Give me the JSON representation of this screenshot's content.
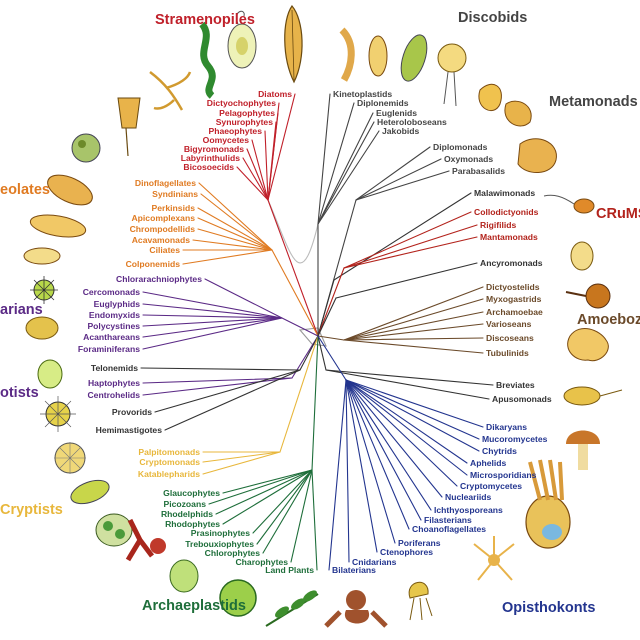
{
  "groups": [
    {
      "key": "stramenopiles",
      "name": "Stramenopiles",
      "color": "#c0202a",
      "leaves": [
        "Diatoms",
        "Dictyochophytes",
        "Pelagophytes",
        "Synurophytes",
        "Phaeophytes",
        "Oomycetes",
        "Bigyromonads",
        "Labyrinthulids",
        "Bicosoecids"
      ]
    },
    {
      "key": "alveolates",
      "name": "eolates",
      "color": "#e07b22",
      "leaves": [
        "Dinoflagellates",
        "Syndinians",
        "Perkinsids",
        "Apicomplexans",
        "Chrompodellids",
        "Acavamonads",
        "Ciliates",
        "Colponemids"
      ]
    },
    {
      "key": "rhizarians",
      "name": "arians",
      "color": "#5b2a86",
      "leaves": [
        "Chlorarachniophytes",
        "Cercomonads",
        "Euglyphids",
        "Endomyxids",
        "Polycystines",
        "Acanthareans",
        "Foraminiferans"
      ]
    },
    {
      "key": "haptista",
      "name": "otists",
      "color": "#5b2a86",
      "leaves": [
        "Haptophytes",
        "Centrohelids"
      ]
    },
    {
      "key": "orphans_left",
      "name": "",
      "color": "#333333",
      "leaves": [
        "Telonemids",
        "Provorids",
        "Hemimastigotes"
      ]
    },
    {
      "key": "cryptists",
      "name": "Cryptists",
      "color": "#e8b73c",
      "leaves": [
        "Palpitomonads",
        "Cryptomonads",
        "Katablepharids"
      ]
    },
    {
      "key": "archaeplastids",
      "name": "Archaeplastids",
      "color": "#1e6e3a",
      "leaves": [
        "Glaucophytes",
        "Picozoans",
        "Rhodelphids",
        "Rhodophytes",
        "Prasinophytes",
        "Trebouxiophytes",
        "Chlorophytes",
        "Charophytes",
        "Land Plants"
      ]
    },
    {
      "key": "discobids",
      "name": "Discobids",
      "color": "#444444",
      "leaves": [
        "Kinetoplastids",
        "Diplonemids",
        "Euglenids",
        "Heteroloboseans",
        "Jakobids"
      ]
    },
    {
      "key": "metamonads",
      "name": "Metamonads",
      "color": "#444444",
      "leaves": [
        "Diplomonads",
        "Oxymonads",
        "Parabasalids"
      ]
    },
    {
      "key": "malawimonads",
      "name": "",
      "color": "#333333",
      "leaves": [
        "Malawimonads"
      ]
    },
    {
      "key": "crums",
      "name": "CRuMS",
      "color": "#b3231c",
      "leaves": [
        "Collodictyonids",
        "Rigifilids",
        "Mantamonads"
      ]
    },
    {
      "key": "ancyromonads",
      "name": "",
      "color": "#333333",
      "leaves": [
        "Ancyromonads"
      ]
    },
    {
      "key": "amoebozoans",
      "name": "Amoeboz",
      "color": "#6b4a2a",
      "leaves": [
        "Dictyostelids",
        "Myxogastrids",
        "Archamoebae",
        "Varioseans",
        "Discoseans",
        "Tubulinids"
      ]
    },
    {
      "key": "breviates",
      "name": "",
      "color": "#333333",
      "leaves": [
        "Breviates",
        "Apusomonads"
      ]
    },
    {
      "key": "opisthokonts",
      "name": "Opisthokonts",
      "color": "#23358f",
      "leaves": [
        "Dikaryans",
        "Mucoromycetes",
        "Chytrids",
        "Aphelids",
        "Microsporidians",
        "Cryptomycetes",
        "Nucleariids",
        "Ichthyosporeans",
        "Filasterians",
        "Choanoflagellates",
        "Poriferans",
        "Ctenophores",
        "Cnidarians",
        "Bilaterians"
      ]
    }
  ]
}
